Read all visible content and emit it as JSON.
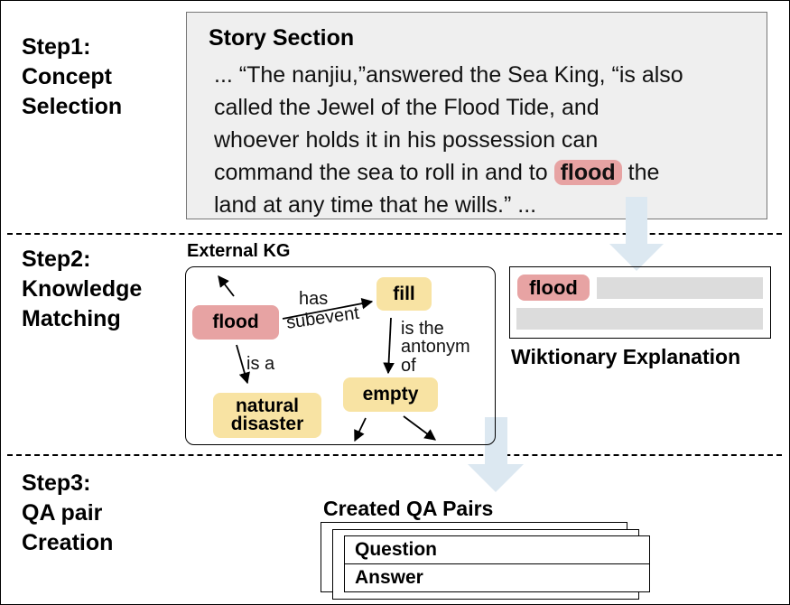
{
  "steps": [
    {
      "lines": [
        "Step1:",
        "Concept",
        "Selection"
      ]
    },
    {
      "lines": [
        "Step2:",
        "Knowledge",
        "Matching"
      ]
    },
    {
      "lines": [
        "Step3:",
        "QA pair",
        "Creation"
      ]
    }
  ],
  "story": {
    "title": "Story Section",
    "line1": "... “The nanjiu,”answered the Sea King, “is also",
    "line2": "called the Jewel of the Flood Tide, and",
    "line3": "whoever holds it in his possession can",
    "line4_before": "command the sea to roll in and to ",
    "highlight": "flood",
    "line4_after": " the",
    "line5": "land at any time that he wills.”  ..."
  },
  "kg": {
    "title": "External KG",
    "nodes": {
      "flood": "flood",
      "fill": "fill",
      "natural": "natural",
      "disaster": "disaster",
      "empty": "empty"
    },
    "edges": {
      "has": "has",
      "subevent": "subevent",
      "is_a": "is a",
      "antonym1": "is the",
      "antonym2": "antonym",
      "antonym3": "of"
    }
  },
  "wiktionary": {
    "word": "flood",
    "caption": "Wiktionary Explanation"
  },
  "qa": {
    "title": "Created QA Pairs",
    "question": "Question",
    "answer": "Answer"
  },
  "colors": {
    "highlight_red": "#e7a3a3",
    "node_yellow": "#f8e3a3",
    "arrow_blue": "#dce8f1"
  }
}
